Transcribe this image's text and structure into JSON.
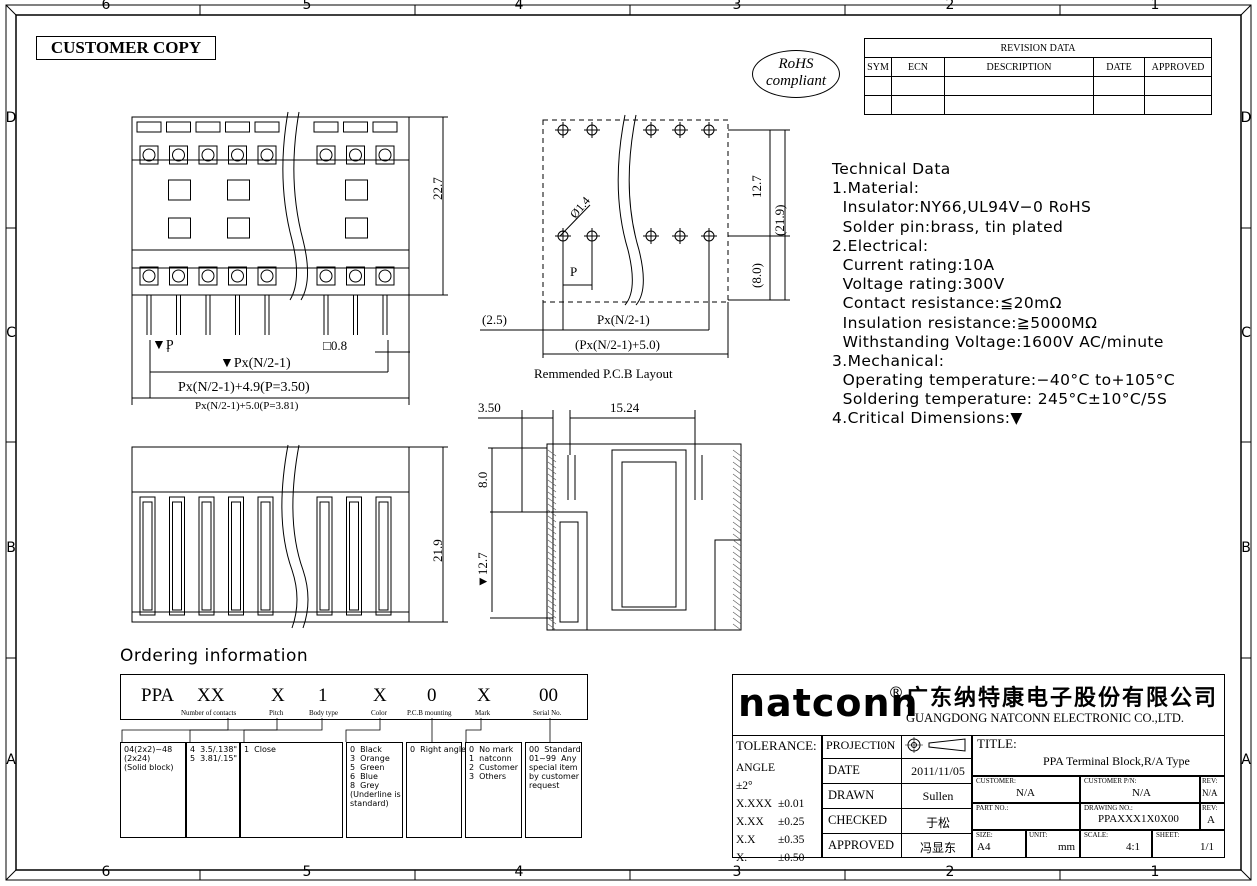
{
  "zones": {
    "top": [
      "6",
      "5",
      "4",
      "3",
      "2",
      "1"
    ],
    "side": [
      "D",
      "C",
      "B",
      "A"
    ]
  },
  "customer_copy": "CUSTOMER COPY",
  "rohs": {
    "line1": "RoHS",
    "line2": "compliant"
  },
  "revision": {
    "title": "REVISION DATA",
    "cols": [
      "SYM",
      "ECN",
      "DESCRIPTION",
      "DATE",
      "APPROVED"
    ]
  },
  "technical": [
    "Technical Data",
    "1.Material:",
    "  Insulator:NY66,UL94V−0 RoHS",
    "  Solder pin:brass, tin plated",
    "2.Electrical:",
    "  Current rating:10A",
    "  Voltage rating:300V",
    "  Contact resistance:≦20mΩ",
    "  Insulation resistance:≧5000MΩ",
    "  Withstanding Voltage:1600V AC/minute",
    "3.Mechanical:",
    "  Operating temperature:−40°C to+105°C",
    "  Soldering temperature: 245°C±10°C/5S",
    "4.Critical Dimensions:▼"
  ],
  "dims": {
    "front_height": "22.7",
    "p": "▼P",
    "pin": "□0.8",
    "px": "▼Px(N/2-1)",
    "px49": "Px(N/2-1)+4.9(P=3.50)",
    "px50": "Px(N/2-1)+5.0(P=3.81)",
    "pcb_12": "12.7",
    "pcb_219": "(21.9)",
    "pcb_80": "(8.0)",
    "pcb_phi": "Ø1.4",
    "pcb_p": "P",
    "pcb_25": "(2.5)",
    "pcb_px": "Px(N/2-1)",
    "pcb_px5": "(Px(N/2-1)+5.0)",
    "pcb_caption": "Remmended P.C.B Layout",
    "side_350": "3.50",
    "side_1524": "15.24",
    "side_80": "8.0",
    "side_127": "▼12.7",
    "back_height": "21.9"
  },
  "ordering": {
    "title": "Ordering information",
    "codes": [
      "PPA",
      "XX",
      "X",
      "1",
      "X",
      "0",
      "X",
      "00"
    ],
    "labels": [
      "Number of contacts",
      "Pitch",
      "Body type",
      "Color",
      "P.C.B mounting",
      "Mark",
      "Serial No."
    ],
    "boxes": [
      "04(2x2)~48\n(2x24)\n(Solid block)",
      "4  3.5/.138\"\n5  3.81/.15\"",
      "1  Close",
      "0  Black\n3  Orange\n5  Green\n6  Blue\n8  Grey\n(Underline is\nstandard)",
      "0  Right angle",
      "0  No mark\n1  natconn\n2  Customer\n3  Others",
      "00  Standard\n01~99  Any\nspecial item\nby customer\nrequest"
    ]
  },
  "title_block": {
    "logo": "natconn",
    "reg": "®",
    "company_cn": "广东纳特康电子股份有限公司",
    "company_en": "GUANGDONG NATCONN ELECTRONIC CO.,LTD.",
    "tolerance": "TOLERANCE:",
    "tol_rows": [
      [
        "ANGLE ±2°",
        ""
      ],
      [
        "X.XXX",
        "±0.01"
      ],
      [
        "X.XX",
        "±0.25"
      ],
      [
        "X.X",
        "±0.35"
      ],
      [
        "X.",
        "±0.50"
      ]
    ],
    "projection": "PROJECTI0N",
    "rows": [
      [
        "DATE",
        "2011/11/05"
      ],
      [
        "DRAWN",
        "Sullen"
      ],
      [
        "CHECKED",
        "于松"
      ],
      [
        "APPROVED",
        "冯显东"
      ]
    ],
    "title_label": "TITLE:",
    "title_value": "PPA  Terminal Block,R/A Type",
    "customer_label": "CUSTOMER:",
    "customer_value": "N/A",
    "cust_pn_label": "CUSTOMER P/N:",
    "cust_pn_value": "N/A",
    "rev_label": "REV:",
    "rev1": "N/A",
    "part_label": "PART NO.:",
    "drawing_label": "DRAWING NO.:",
    "drawing_value": "PPAXXX1X0X00",
    "rev2": "A",
    "size_label": "SIZE:",
    "size_value": "A4",
    "unit_label": "UNIT:",
    "unit_value": "mm",
    "scale_label": "SCALE:",
    "scale_value": "4:1",
    "sheet_label": "SHEET:",
    "sheet_value": "1/1"
  }
}
